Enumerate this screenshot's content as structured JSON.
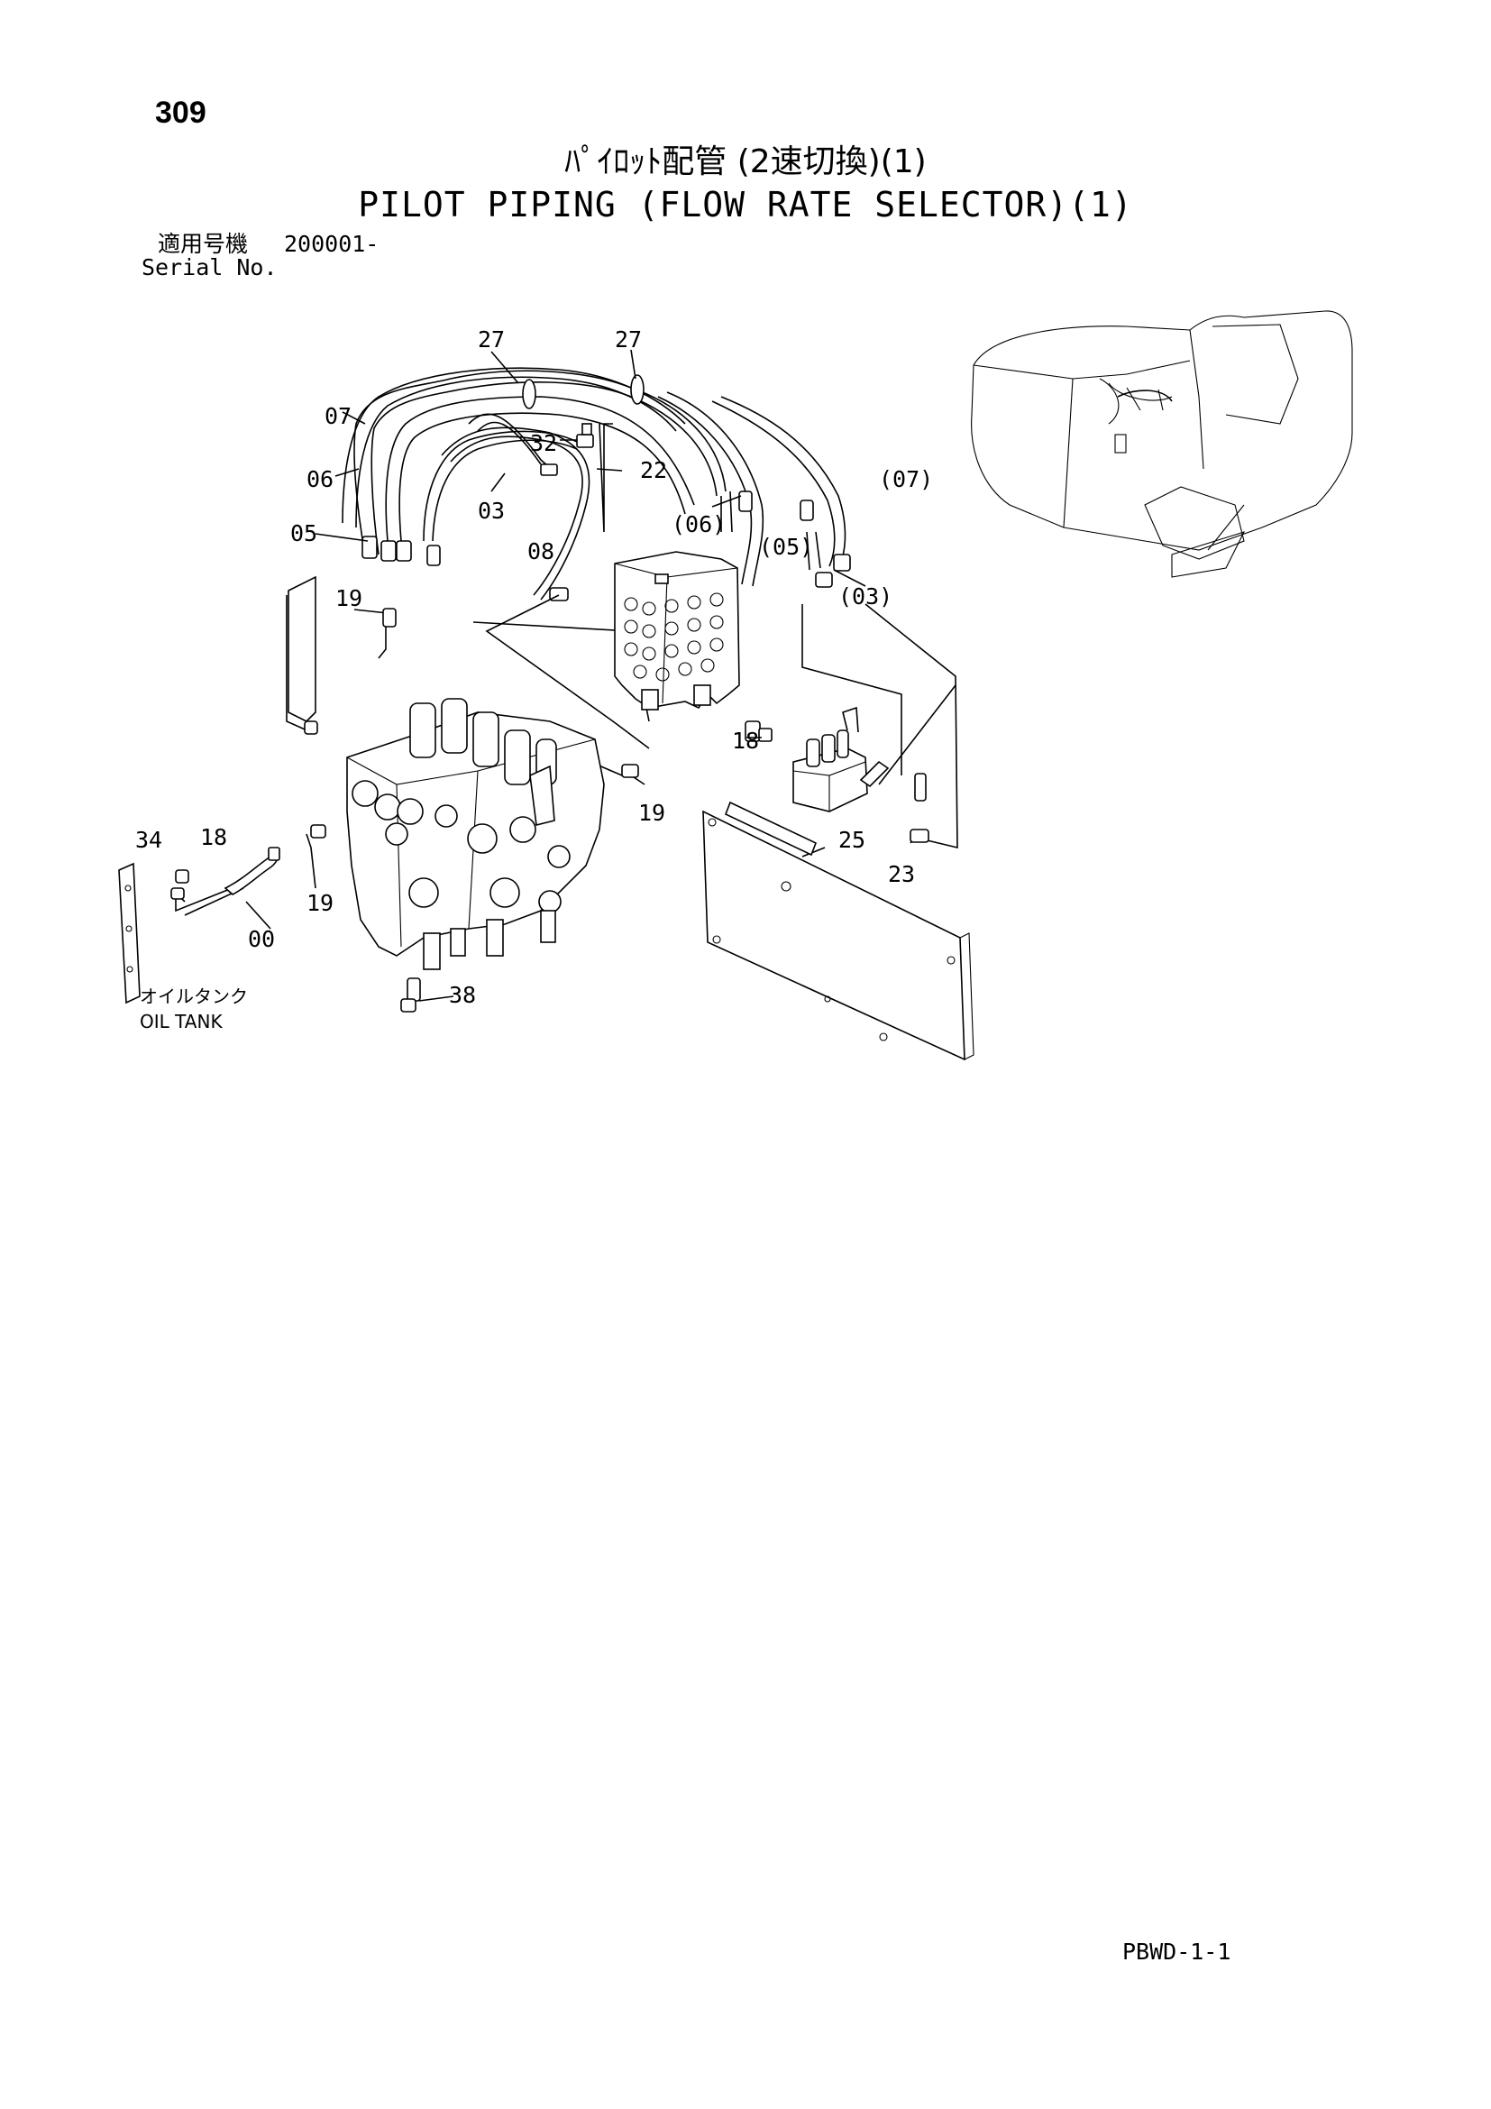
{
  "page": {
    "number": "309",
    "title_jp": "ﾊﾟｲﾛｯﾄ配管 (2速切換)(1)",
    "title_en": "PILOT PIPING (FLOW RATE SELECTOR)(1)",
    "serial_label_jp": "適用号機",
    "serial_value": "200001-",
    "serial_label_en": "Serial No.",
    "footer_code": "PBWD-1-1"
  },
  "diagram": {
    "callouts": [
      "27",
      "27",
      "07",
      "32",
      "22",
      "06",
      "03",
      "(06)",
      "(07)",
      "05",
      "08",
      "(05)",
      "(03)",
      "19",
      "18",
      "19",
      "34",
      "18",
      "25",
      "19",
      "00",
      "23",
      "38"
    ],
    "oil_tank_label_jp": "オイルタンク",
    "oil_tank_label_en": "OIL TANK"
  }
}
